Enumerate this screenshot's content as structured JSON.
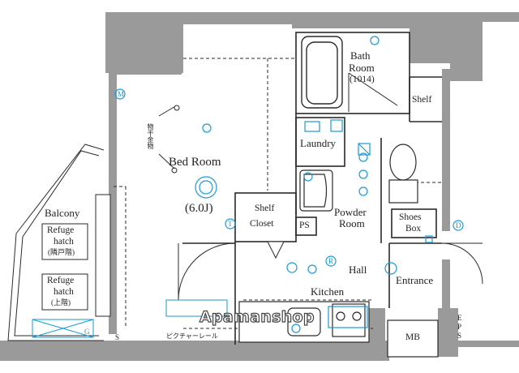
{
  "rooms": {
    "bedroom": "Bed Room",
    "bedroom_size": "(6.0J)",
    "bathroom": "Bath",
    "bathroom_line2": "Room",
    "bathroom_size": "(1014)",
    "shelf_top": "Shelf",
    "laundry": "Laundry",
    "powder_room": "Powder",
    "powder_room_line2": "Room",
    "shelf_closet": "Shelf",
    "shelf_closet_line2": "Closet",
    "ps": "PS",
    "shoes_box": "Shoes",
    "shoes_box_line2": "Box",
    "hall": "Hall",
    "entrance": "Entrance",
    "kitchen": "Kitchen",
    "balcony": "Balcony",
    "refuge1": "Refuge",
    "refuge1_line2": "hatch",
    "refuge1_line3": "(隣戸階)",
    "refuge2": "Refuge",
    "refuge2_line2": "hatch",
    "refuge2_line3": "(上階)",
    "mb": "MB",
    "eps": "E",
    "eps_line2": "P",
    "eps_line3": "S"
  },
  "annotations": {
    "picture_rail": "ピクチャーレール",
    "hanger": "物干金物",
    "watermark": "Apamanshop"
  },
  "symbols": {
    "m": "M",
    "t": "T",
    "d": "D",
    "r": "R",
    "s": "S",
    "g": "G"
  },
  "colors": {
    "wall": "#9a9a9a",
    "line": "#2a2a2a",
    "fixture": "#1a9ad6"
  }
}
